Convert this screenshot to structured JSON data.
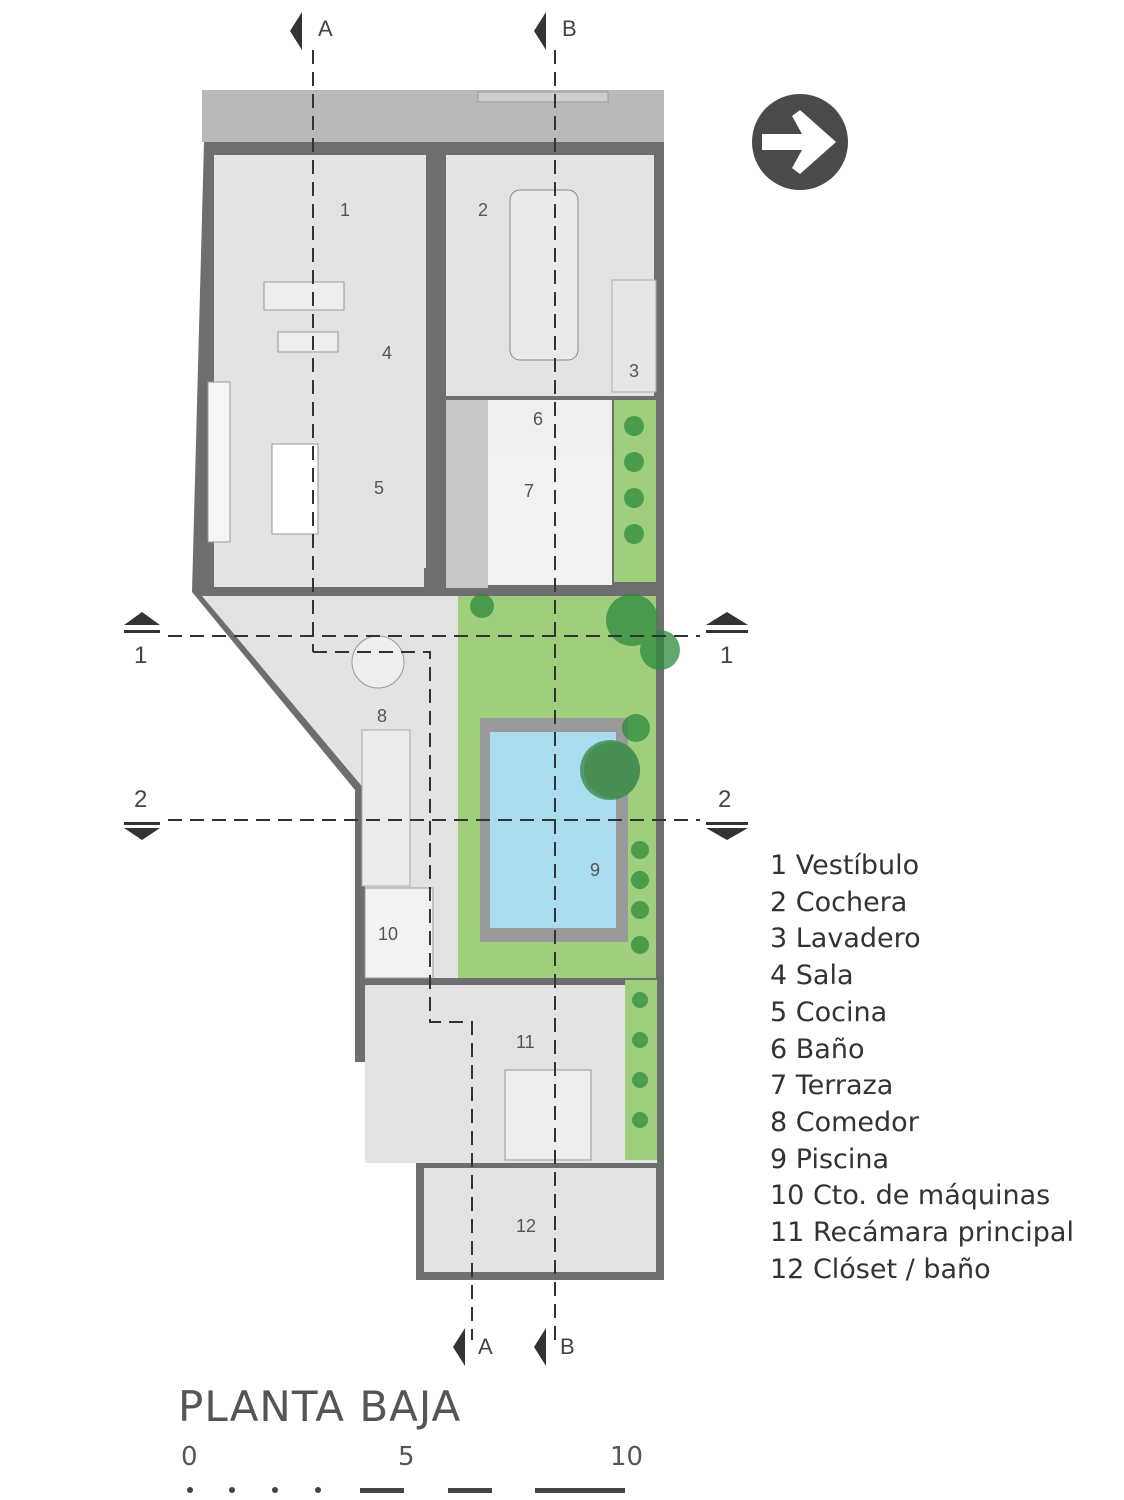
{
  "sections": {
    "a_top": "A",
    "b_top": "B",
    "a_bottom": "A",
    "b_bottom": "B",
    "s1_left": "1",
    "s1_right": "1",
    "s2_left": "2",
    "s2_right": "2"
  },
  "room_numbers": [
    "1",
    "2",
    "3",
    "4",
    "5",
    "6",
    "7",
    "8",
    "9",
    "10",
    "11",
    "12"
  ],
  "legend": [
    "1  Vestíbulo",
    "2  Cochera",
    "3  Lavadero",
    "4  Sala",
    "5  Cocina",
    "6  Baño",
    "7  Terraza",
    "8  Comedor",
    "9  Piscina",
    "10  Cto. de máquinas",
    "11 Recámara principal",
    "12 Clóset / baño"
  ],
  "title": "PLANTA  BAJA",
  "scale": {
    "zero": "0",
    "five": "5",
    "ten": "10"
  },
  "icons": {
    "north": "north-arrow-icon"
  },
  "colors": {
    "wall": "#6e6e6e",
    "floor": "#e3e3e3",
    "lawn": "#9fce7c",
    "pool": "#a9dcef",
    "plant": "#2f8a3c"
  }
}
